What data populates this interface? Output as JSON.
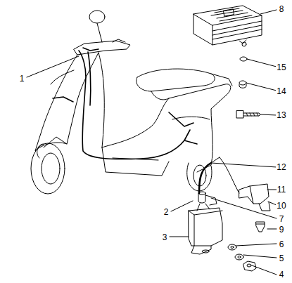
{
  "diagram": {
    "labels": [
      "8",
      "15",
      "14",
      "1",
      "13",
      "12",
      "11",
      "10",
      "2",
      "7",
      "9",
      "3",
      "6",
      "5",
      "4"
    ]
  }
}
